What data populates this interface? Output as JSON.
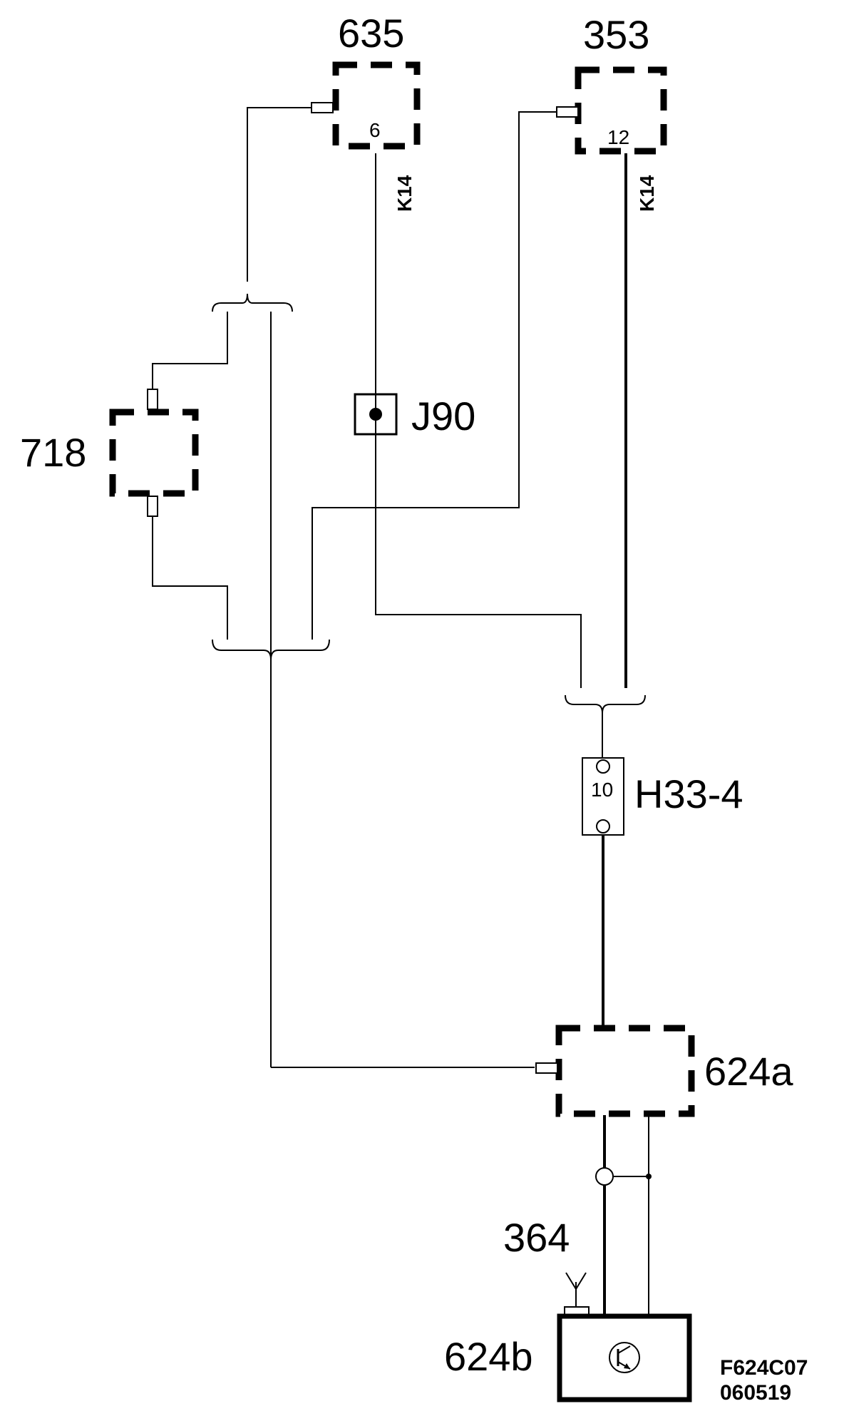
{
  "components": {
    "c635": {
      "label": "635",
      "pin": "6",
      "wire_code": "K14"
    },
    "c353": {
      "label": "353",
      "pin": "12",
      "wire_code": "K14"
    },
    "c718": {
      "label": "718"
    },
    "j90": {
      "label": "J90"
    },
    "h33": {
      "label": "H33-4",
      "pin": "10"
    },
    "c624a": {
      "label": "624a"
    },
    "c364": {
      "label": "364"
    },
    "c624b": {
      "label": "624b"
    }
  },
  "drawing_id": {
    "line1": "F624C07",
    "line2": "060519"
  },
  "style": {
    "ink": "#000000",
    "background": "#ffffff"
  }
}
